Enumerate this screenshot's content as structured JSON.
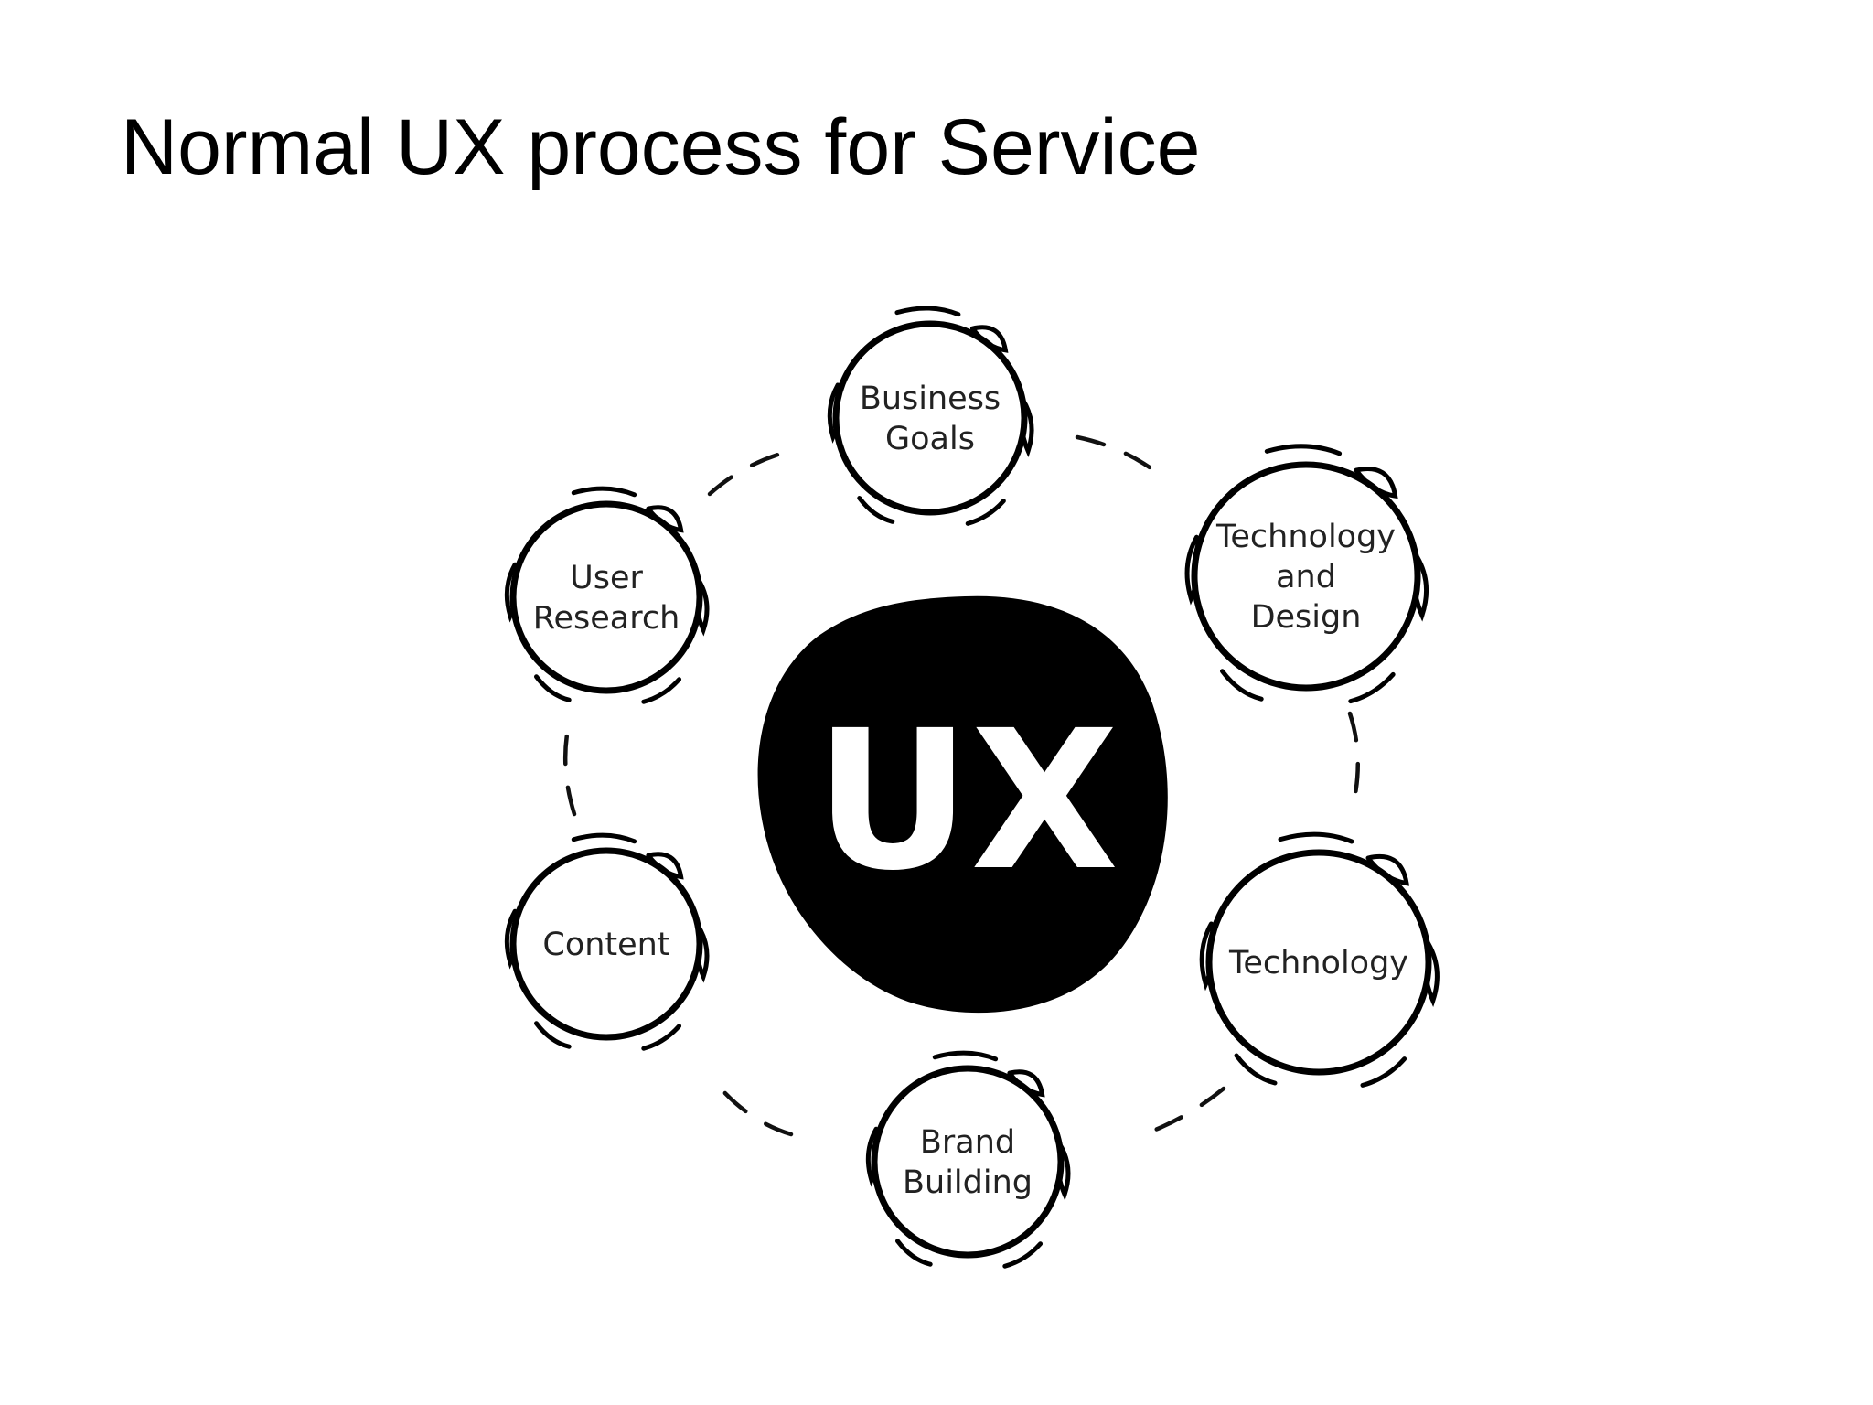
{
  "title": "Normal UX process for Service",
  "center": {
    "label": "UX"
  },
  "nodes": [
    {
      "id": "business-goals",
      "lines": [
        "Business",
        "Goals"
      ]
    },
    {
      "id": "technology-and-design",
      "lines": [
        "Technology",
        "and",
        "Design"
      ]
    },
    {
      "id": "technology",
      "lines": [
        "Technology"
      ]
    },
    {
      "id": "brand-building",
      "lines": [
        "Brand",
        "Building"
      ]
    },
    {
      "id": "content",
      "lines": [
        "Content"
      ]
    },
    {
      "id": "user-research",
      "lines": [
        "User",
        "Research"
      ]
    }
  ],
  "colors": {
    "ink": "#000000",
    "node_text": "#222222",
    "background": "#ffffff",
    "center_text": "#ffffff"
  }
}
